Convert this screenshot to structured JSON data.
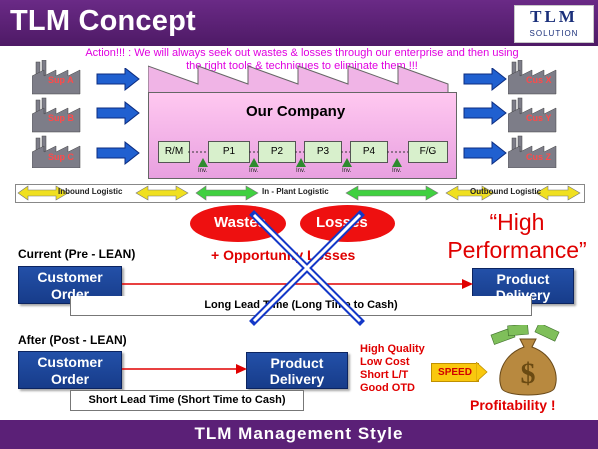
{
  "header": {
    "title": "TLM Concept"
  },
  "logo": {
    "text": "TLM",
    "subtext": "SOLUTION"
  },
  "action_text": "Action!!! : We will always seek out wastes & losses through our enterprise and then using the right tools & techniques to eliminate them !!!",
  "company": {
    "title": "Our Company"
  },
  "suppliers": [
    "Sup A",
    "Sup B",
    "Sup C"
  ],
  "customers": [
    "Cus X",
    "Cus Y",
    "Cus Z"
  ],
  "process": {
    "steps": [
      "R/M",
      "P1",
      "P2",
      "P3",
      "P4",
      "F/G"
    ],
    "inv_label": "Inv."
  },
  "logistics": {
    "inbound": "Inbound Logistic",
    "inplant": "In - Plant Logistic",
    "outbound": "Outbound Logistic"
  },
  "wastes": {
    "left": "Wastes",
    "amp": "&",
    "right": "Losses",
    "sub": "+ Opportunity Losses"
  },
  "high_performance": {
    "line1": "“High",
    "line2": "Performance”"
  },
  "current": {
    "label": "Current (Pre - LEAN)",
    "order": "Customer Order",
    "delivery": "Product Delivery",
    "lead_time": "Long Lead Time (Long Time to Cash)"
  },
  "after": {
    "label": "After (Post - LEAN)",
    "order": "Customer Order",
    "delivery": "Product Delivery",
    "lead_time": "Short Lead Time (Short Time to Cash)"
  },
  "benefits": [
    "High Quality",
    "Low Cost",
    "Short L/T",
    "Good OTD"
  ],
  "speed": "SPEED",
  "profitability": "Profitability !",
  "footer": "TLM Management Style",
  "colors": {
    "purple": "#5b2077",
    "navy": "#1c4497",
    "red": "#e00000",
    "green": "#2e8b2e"
  }
}
